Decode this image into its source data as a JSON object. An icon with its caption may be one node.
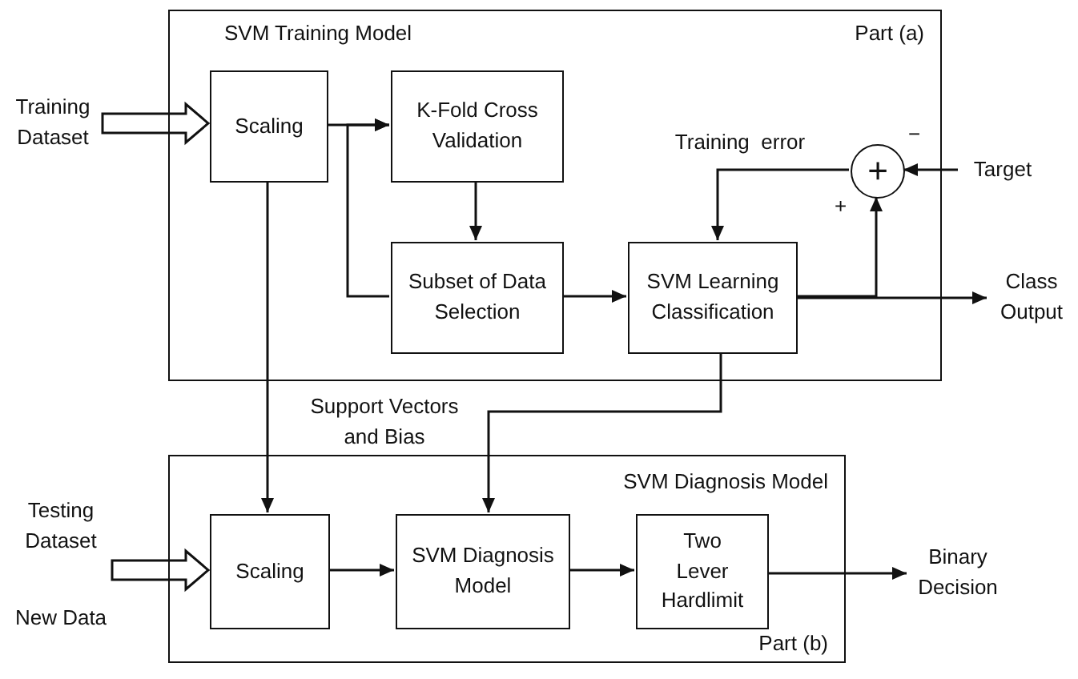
{
  "diagram": {
    "nodes": [
      {
        "text": [
          "SVM Training Model",
          "Part (a)"
        ]
      },
      {
        "text": [
          "Training Dataset"
        ]
      },
      {
        "text": [
          "Scaling"
        ],
        "in": 0
      },
      {
        "text": [
          "K-Fold Cross Validation"
        ],
        "in": 0
      },
      {
        "text": [
          "Subset of Data Selection"
        ],
        "in": 0
      },
      {
        "text": [
          "SVM Learning Classification"
        ],
        "in": 0
      },
      {
        "text": [
          "+"
        ],
        "in": 0
      },
      {
        "text": [
          "Target"
        ]
      },
      {
        "text": [
          "Class Output"
        ]
      },
      {
        "text": [
          "SVM Diagnosis Model",
          "Part (b)"
        ]
      },
      {
        "text": [
          "Testing Dataset",
          "New Data"
        ]
      },
      {
        "text": [
          "Scaling"
        ],
        "in": 9
      },
      {
        "text": [
          "SVM Diagnosis Model"
        ],
        "in": 9
      },
      {
        "text": [
          "Two Lever Hardlimit"
        ],
        "in": 9
      },
      {
        "text": [
          "Binary Decision"
        ]
      }
    ],
    "edges": [
      {
        "from": 1,
        "to": 2,
        "arrow": "to",
        "style": "thick"
      },
      {
        "from": 2,
        "to": 3,
        "arrow": "to"
      },
      {
        "from": 3,
        "to": 4,
        "arrow": "to"
      },
      {
        "from": 4,
        "to": 3,
        "arrow": "to"
      },
      {
        "from": 4,
        "to": 5,
        "arrow": "to"
      },
      {
        "from": 5,
        "to": 8,
        "arrow": "to"
      },
      {
        "from": 5,
        "to": 6,
        "arrow": "to"
      },
      {
        "from": 7,
        "to": 6,
        "arrow": "to"
      },
      {
        "from": 6,
        "to": 5,
        "arrow": "to",
        "label": "Training  error"
      },
      {
        "from": 2,
        "to": 11,
        "arrow": "to"
      },
      {
        "from": 5,
        "to": 12,
        "arrow": "to",
        "label": "Support Vectors and Bias"
      },
      {
        "from": 10,
        "to": 11,
        "arrow": "to",
        "style": "thick"
      },
      {
        "from": 11,
        "to": 12,
        "arrow": "to"
      },
      {
        "from": 12,
        "to": 13,
        "arrow": "to"
      },
      {
        "from": 13,
        "to": 14,
        "arrow": "to"
      }
    ],
    "labels": [
      "+",
      "−"
    ]
  }
}
